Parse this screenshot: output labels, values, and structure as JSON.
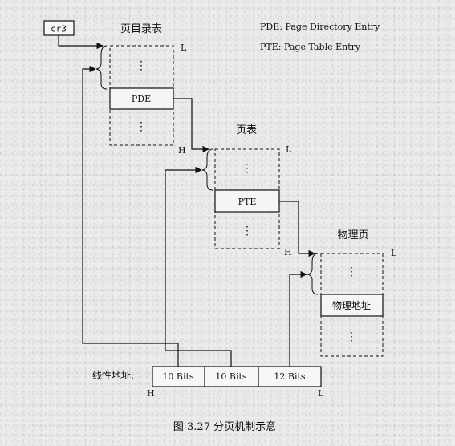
{
  "legend": {
    "pde": "PDE: Page Directory Entry",
    "pte": "PTE: Page Table Entry"
  },
  "register": "cr3",
  "page_directory": {
    "title": "页目录表",
    "entry": "PDE",
    "low": "L",
    "high": "H"
  },
  "page_table": {
    "title": "页表",
    "entry": "PTE",
    "low": "L",
    "high": "H"
  },
  "physical_page": {
    "title": "物理页",
    "entry": "物理地址",
    "low": "L"
  },
  "dots": "⋮",
  "linear_address": {
    "label": "线性地址:",
    "fields": [
      "10 Bits",
      "10 Bits",
      "12 Bits"
    ],
    "high": "H",
    "low": "L"
  },
  "caption": "图 3.27  分页机制示意"
}
